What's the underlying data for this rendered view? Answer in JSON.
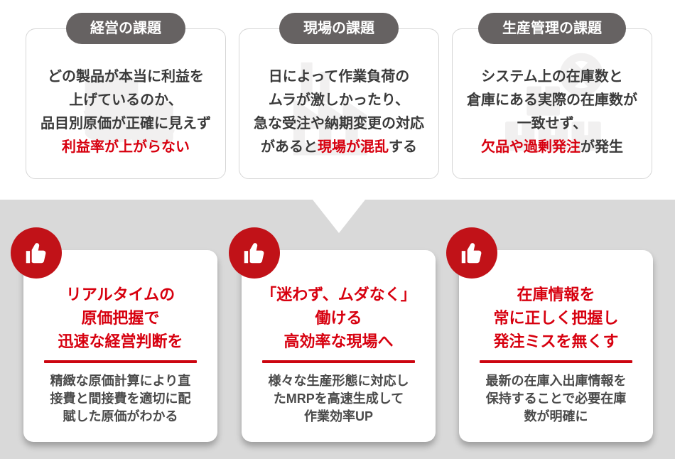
{
  "colors": {
    "accent_red": "#d7000f",
    "badge_red": "#c11218",
    "divider_red": "#cc0510",
    "pill_gray": "#666262",
    "section_gray": "#d9d9d9",
    "body_text_gray": "#4a4a4a"
  },
  "problem_cards": [
    {
      "pill": "経営の課題",
      "watermark": "coins-icon",
      "lines": [
        {
          "pre": "どの製品が本当に利益を",
          "red": "",
          "post": ""
        },
        {
          "pre": "上げているのか、",
          "red": "",
          "post": ""
        },
        {
          "pre": "品目別原価が正確に見えず",
          "red": "",
          "post": ""
        },
        {
          "pre": "",
          "red": "利益率が上がらない",
          "post": ""
        }
      ]
    },
    {
      "pill": "現場の課題",
      "watermark": "factory-icon",
      "lines": [
        {
          "pre": "日によって作業負荷の",
          "red": "",
          "post": ""
        },
        {
          "pre": "ムラが激しかったり、",
          "red": "",
          "post": ""
        },
        {
          "pre": "急な受注や納期変更の対応",
          "red": "",
          "post": ""
        },
        {
          "pre": "があると",
          "red": "現場が混乱",
          "post": "する"
        }
      ]
    },
    {
      "pill": "生産管理の課題",
      "watermark": "inventory-boxes-icon",
      "lines": [
        {
          "pre": "システム上の在庫数と",
          "red": "",
          "post": ""
        },
        {
          "pre": "倉庫にある実際の在庫数が",
          "red": "",
          "post": ""
        },
        {
          "pre": "一致せず、",
          "red": "",
          "post": ""
        },
        {
          "pre": "",
          "red": "欠品や過剰発注",
          "post": "が発生"
        }
      ]
    }
  ],
  "solution_cards": [
    {
      "badge": "thumbs-up-icon",
      "title": [
        "リアルタイムの",
        "原価把握で",
        "迅速な経営判断を"
      ],
      "body": [
        "精緻な原価計算により直",
        "接費と間接費を適切に配",
        "賦した原価がわかる"
      ]
    },
    {
      "badge": "thumbs-up-icon",
      "title": [
        "「迷わず、ムダなく」",
        "働ける",
        "高効率な現場へ"
      ],
      "body": [
        "様々な生産形態に対応し",
        "たMRPを高速生成して",
        "作業効率UP"
      ]
    },
    {
      "badge": "thumbs-up-icon",
      "title": [
        "在庫情報を",
        "常に正しく把握し",
        "発注ミスを無くす"
      ],
      "body": [
        "最新の在庫入出庫情報を",
        "保持することで必要在庫",
        "数が明確に"
      ]
    }
  ]
}
